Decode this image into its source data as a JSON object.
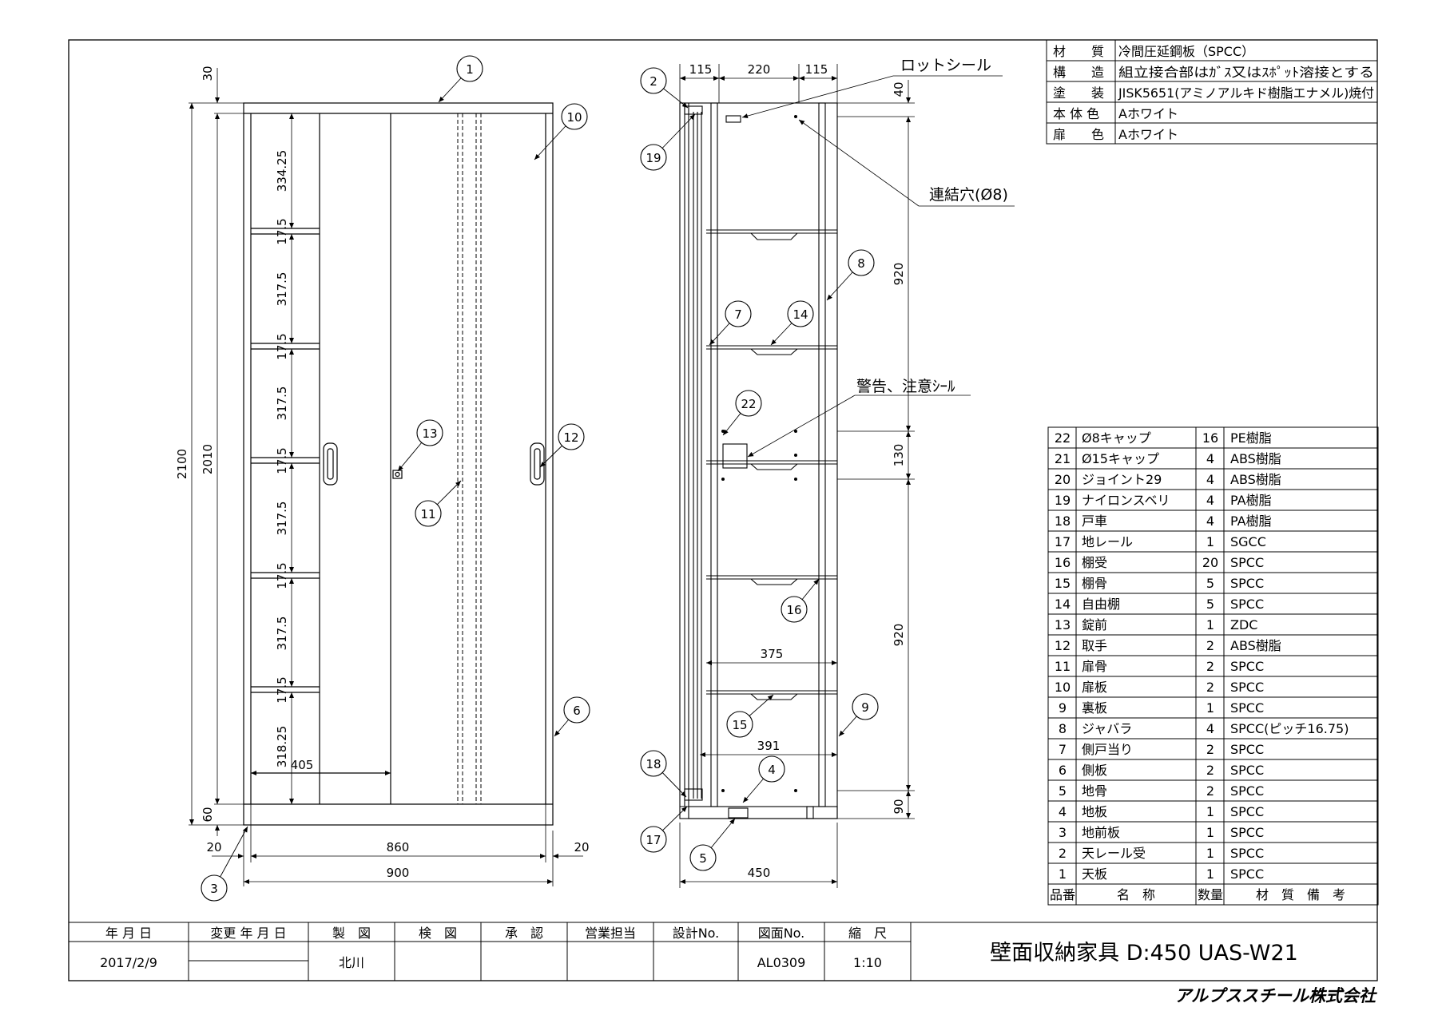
{
  "spec_table": [
    {
      "label": "材　　質",
      "value": "冷間圧延鋼板（SPCC）"
    },
    {
      "label": "構　　造",
      "value": "組立接合部はｶﾞｽ又はｽﾎﾟｯﾄ溶接とする"
    },
    {
      "label": "塗　　装",
      "value": "JISK5651(アミノアルキド樹脂エナメル)焼付"
    },
    {
      "label": "本 体 色",
      "value": "Aホワイト"
    },
    {
      "label": "扉　　色",
      "value": "Aホワイト"
    }
  ],
  "parts": [
    {
      "no": "22",
      "name": "Ø8キャップ",
      "qty": "16",
      "mat": "PE樹脂"
    },
    {
      "no": "21",
      "name": "Ø15キャップ",
      "qty": "4",
      "mat": "ABS樹脂"
    },
    {
      "no": "20",
      "name": "ジョイント29",
      "qty": "4",
      "mat": "ABS樹脂"
    },
    {
      "no": "19",
      "name": "ナイロンスベリ",
      "qty": "4",
      "mat": "PA樹脂"
    },
    {
      "no": "18",
      "name": "戸車",
      "qty": "4",
      "mat": "PA樹脂"
    },
    {
      "no": "17",
      "name": "地レール",
      "qty": "1",
      "mat": "SGCC"
    },
    {
      "no": "16",
      "name": "棚受",
      "qty": "20",
      "mat": "SPCC"
    },
    {
      "no": "15",
      "name": "棚骨",
      "qty": "5",
      "mat": "SPCC"
    },
    {
      "no": "14",
      "name": "自由棚",
      "qty": "5",
      "mat": "SPCC"
    },
    {
      "no": "13",
      "name": "錠前",
      "qty": "1",
      "mat": "ZDC"
    },
    {
      "no": "12",
      "name": "取手",
      "qty": "2",
      "mat": "ABS樹脂"
    },
    {
      "no": "11",
      "name": "扉骨",
      "qty": "2",
      "mat": "SPCC"
    },
    {
      "no": "10",
      "name": "扉板",
      "qty": "2",
      "mat": "SPCC"
    },
    {
      "no": "9",
      "name": "裏板",
      "qty": "1",
      "mat": "SPCC"
    },
    {
      "no": "8",
      "name": "ジャバラ",
      "qty": "4",
      "mat": "SPCC(ピッチ16.75)"
    },
    {
      "no": "7",
      "name": "側戸当り",
      "qty": "2",
      "mat": "SPCC"
    },
    {
      "no": "6",
      "name": "側板",
      "qty": "2",
      "mat": "SPCC"
    },
    {
      "no": "5",
      "name": "地骨",
      "qty": "2",
      "mat": "SPCC"
    },
    {
      "no": "4",
      "name": "地板",
      "qty": "1",
      "mat": "SPCC"
    },
    {
      "no": "3",
      "name": "地前板",
      "qty": "1",
      "mat": "SPCC"
    },
    {
      "no": "2",
      "name": "天レール受",
      "qty": "1",
      "mat": "SPCC"
    },
    {
      "no": "1",
      "name": "天板",
      "qty": "1",
      "mat": "SPCC"
    }
  ],
  "parts_header": {
    "no": "品番",
    "name": "名　称",
    "qty": "数量",
    "mat": "材　質　備　考"
  },
  "title_block": {
    "headers": [
      "年 月 日",
      "変更 年 月 日",
      "製　図",
      "検　図",
      "承　認",
      "営業担当",
      "設計No.",
      "図面No.",
      "縮　尺"
    ],
    "values": [
      "2017/2/9",
      "",
      "北川",
      "",
      "",
      "",
      "",
      "AL0309",
      "1:10"
    ],
    "title": "壁面収納家具 D:450 UAS-W21"
  },
  "company": "アルプススチール株式会社",
  "front_dims": {
    "overall_height": "2100",
    "inner_height": "2010",
    "top": "30",
    "bottom": "60",
    "shelf_gaps": [
      "334.25",
      "317.5",
      "317.5",
      "317.5",
      "317.5",
      "318.25"
    ],
    "shelf_thickness": "17.5",
    "inner_width": "860",
    "overall_width": "900",
    "side_left": "20",
    "side_right": "20",
    "door_width": "405"
  },
  "side_dims": {
    "top_widths": [
      "115",
      "220",
      "115"
    ],
    "right": [
      "40",
      "920",
      "130",
      "920",
      "90"
    ],
    "shelf_width": "375",
    "inner_depth": "391",
    "overall_depth": "450"
  },
  "annotations": {
    "rot_seal": "ロットシール",
    "hole": "連結穴(Ø8)",
    "warning": "警告、注意ｼｰﾙ"
  },
  "callouts": {
    "front": [
      "1",
      "10",
      "13",
      "12",
      "11",
      "6",
      "3"
    ],
    "side": [
      "2",
      "19",
      "8",
      "7",
      "14",
      "22",
      "16",
      "15",
      "9",
      "18",
      "4",
      "17",
      "5"
    ]
  }
}
